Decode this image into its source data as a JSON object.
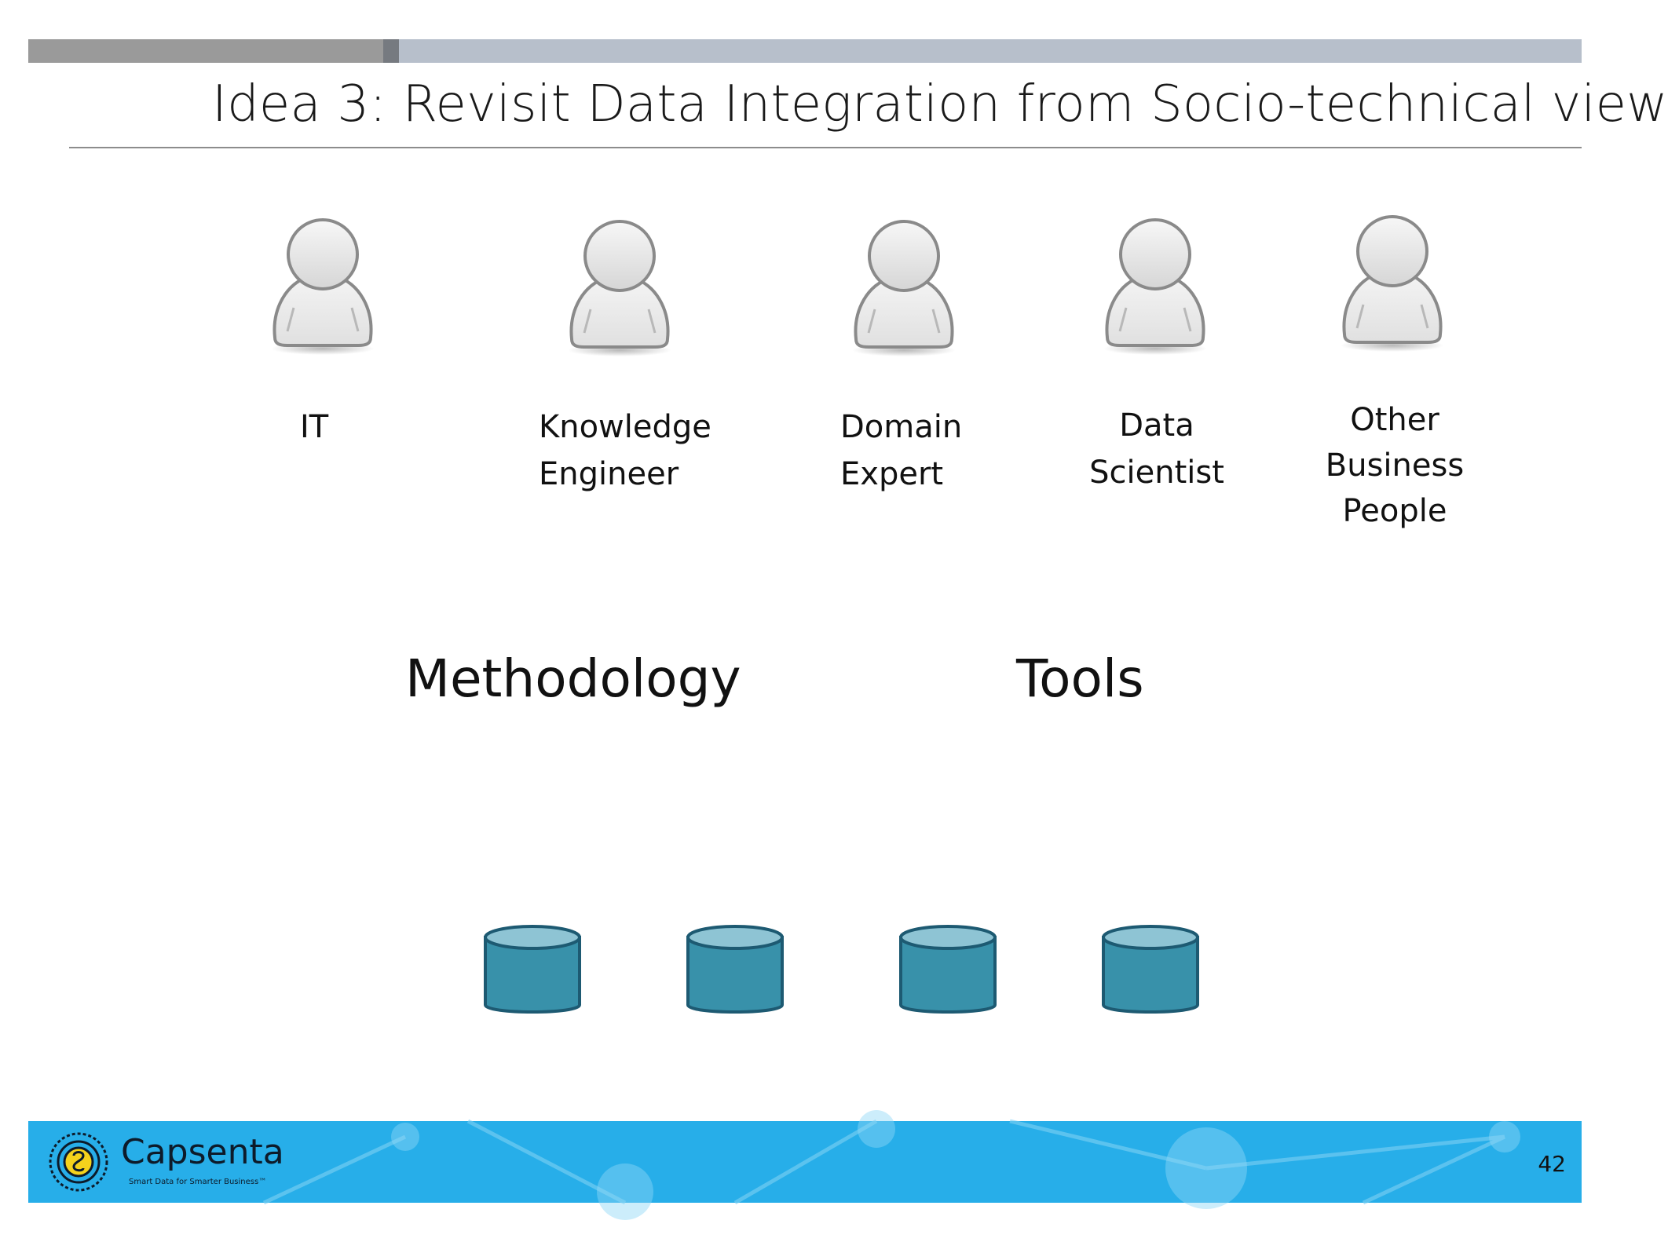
{
  "slide": {
    "title": "Idea 3: Revisit Data Integration from Socio-technical view",
    "roles": [
      {
        "line1": "IT",
        "line2": "",
        "line3": ""
      },
      {
        "line1": "Knowledge",
        "line2": "Engineer",
        "line3": ""
      },
      {
        "line1": "Domain",
        "line2": "Expert",
        "line3": ""
      },
      {
        "line1": "Data",
        "line2": "Scientist",
        "line3": ""
      },
      {
        "line1": "Other",
        "line2": "Business",
        "line3": "People"
      }
    ],
    "sections": {
      "methodology": "Methodology",
      "tools": "Tools"
    },
    "database_icon": "database-cylinder-icon",
    "person_icon": "user-silhouette-icon"
  },
  "footer": {
    "brand": "Capsenta",
    "tagline": "Smart Data for Smarter Business™",
    "page_number": "42"
  },
  "colors": {
    "footer_bg": "#27aee9",
    "database_fill": "#3891aa",
    "database_top": "#8ec4d4",
    "database_stroke": "#1d5a72"
  }
}
